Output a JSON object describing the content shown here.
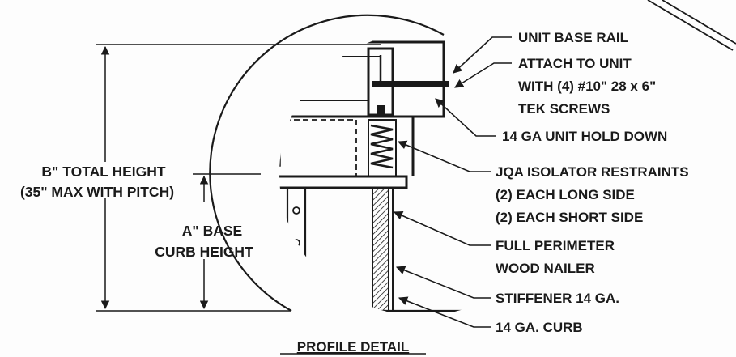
{
  "callouts": {
    "unit_base_rail": "UNIT BASE RAIL",
    "attach_line1": "ATTACH TO UNIT",
    "attach_line2": "WITH (4) #10\" 28 x 6\"",
    "attach_line3": "TEK SCREWS",
    "hold_down": "14 GA UNIT HOLD DOWN",
    "isolator_line1": "JQA ISOLATOR RESTRAINTS",
    "isolator_line2": "(2) EACH LONG SIDE",
    "isolator_line3": "(2) EACH SHORT SIDE",
    "nailer_line1": "FULL PERIMETER",
    "nailer_line2": "WOOD NAILER",
    "stiffener": "STIFFENER 14 GA.",
    "curb": "14 GA. CURB"
  },
  "dimensions": {
    "total_line1": "B\" TOTAL HEIGHT",
    "total_line2": "(35\" MAX WITH PITCH)",
    "base_line1": "A\" BASE",
    "base_line2": "CURB HEIGHT"
  },
  "title": "PROFILE DETAIL"
}
